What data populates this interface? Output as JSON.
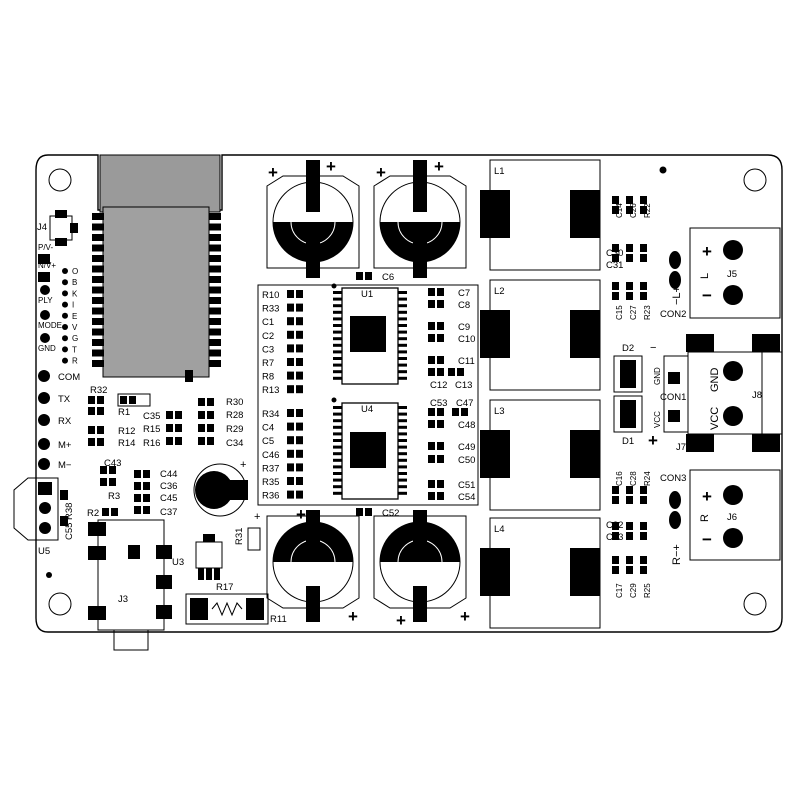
{
  "board": {
    "module_label": "J4",
    "left_labels": [
      "P/V-",
      "N/V+",
      "PLY",
      "MODE",
      "GND",
      "COM",
      "TX",
      "RX",
      "M+",
      "M−"
    ],
    "obkievgtr": [
      "O",
      "B",
      "K",
      "I",
      "E",
      "V",
      "G",
      "T",
      "R"
    ],
    "ref_resistors": [
      "R32",
      "R1",
      "R12",
      "R14",
      "R30",
      "R28",
      "R29",
      "R34",
      "C35",
      "R15",
      "R16",
      "R38",
      "R3",
      "R2",
      "R31",
      "R17",
      "R11"
    ],
    "ics": [
      "U1",
      "U4",
      "U3",
      "U5"
    ],
    "inductors": [
      "L1",
      "L2",
      "L3",
      "L4"
    ],
    "connectors": [
      "J3",
      "J5",
      "J6",
      "J7",
      "J8",
      "CON1",
      "CON2",
      "CON3",
      "D1",
      "D2"
    ],
    "u1_left": [
      "R10",
      "R33",
      "C1",
      "C2",
      "C3",
      "R7",
      "R8",
      "R13"
    ],
    "u1_right": [
      "C7",
      "C8",
      "C9",
      "C10",
      "C11",
      "C12",
      "C13",
      "C6"
    ],
    "u4_left": [
      "R34",
      "C4",
      "C5",
      "C46",
      "R37",
      "R35",
      "R36"
    ],
    "u4_right": [
      "C53",
      "C47",
      "C48",
      "C49",
      "C50",
      "C51",
      "C54",
      "C52"
    ],
    "c_block_left": [
      "C43",
      "C44",
      "C36",
      "C45",
      "C37",
      "C34"
    ],
    "top_right_caps": [
      "C14",
      "C26",
      "R22",
      "C30",
      "C31",
      "C15",
      "C27",
      "R23"
    ],
    "bot_right_caps": [
      "C16",
      "C28",
      "R24",
      "C32",
      "C33",
      "C17",
      "C29",
      "R25"
    ],
    "j5_signs": [
      "+",
      "L",
      "−"
    ],
    "j6_signs": [
      "+",
      "R",
      "−"
    ],
    "j8_text": [
      "VCC",
      "GND"
    ],
    "side_labels": [
      "+ L −",
      "R − +"
    ],
    "vcc_small": [
      "GND",
      "VCC"
    ],
    "j8_label": "J8",
    "plus": "+",
    "minus": "−"
  }
}
